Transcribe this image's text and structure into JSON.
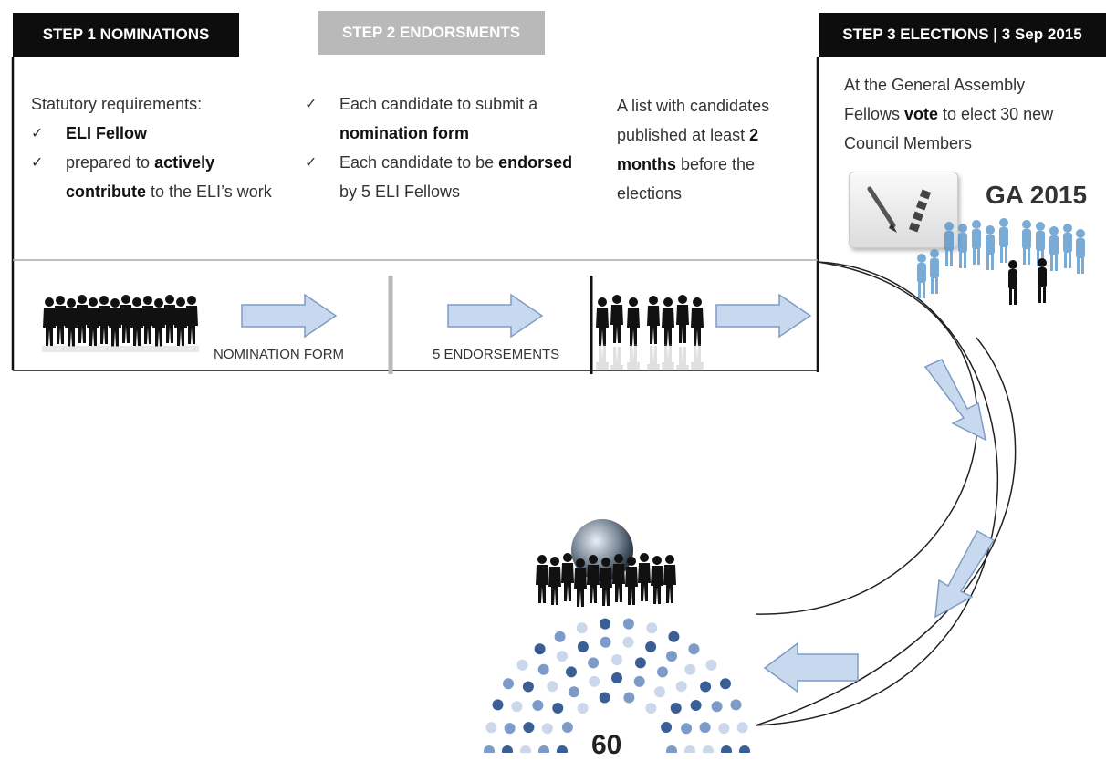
{
  "steps": {
    "step1": {
      "title": "STEP 1 NOMINATIONS",
      "intro": "Statutory requirements:",
      "items": [
        {
          "bold": "ELI Fellow",
          "text": ""
        },
        {
          "pre": "prepared to ",
          "bold": "actively contribute",
          "post": " to the ELI’s work"
        }
      ]
    },
    "step2": {
      "title": "STEP 2 ENDORSMENTS",
      "items": [
        {
          "pre": "Each candidate to submit a ",
          "bold": "nomination form",
          "post": ""
        },
        {
          "pre": "Each candidate to be ",
          "bold": "endorsed",
          "post": " by 5 ELI Fellows"
        }
      ],
      "list_text": {
        "pre": "A list with candidates published at least ",
        "bold": "2 months",
        "post": " before the elections"
      }
    },
    "step3": {
      "title": "STEP 3 ELECTIONS | 3 Sep 2015",
      "text": {
        "pre": "At the General Assembly Fellows ",
        "bold": "vote",
        "post": " to elect 30 new Council Members"
      },
      "ga_label": "GA 2015"
    }
  },
  "flow": {
    "nomination_label": "NOMINATION FORM",
    "endorsement_label": "5 ENDORSEMENTS"
  },
  "council": {
    "count": "60"
  },
  "colors": {
    "tab_dark": "#0d0d0d",
    "tab_grey": "#b9b9b9",
    "arrow_fill": "#c8d9ef",
    "arrow_stroke": "#7f9cc4",
    "seat_dark": "#3a5f96",
    "seat_mid": "#7d9bc8",
    "seat_light": "#cbd7ea"
  }
}
